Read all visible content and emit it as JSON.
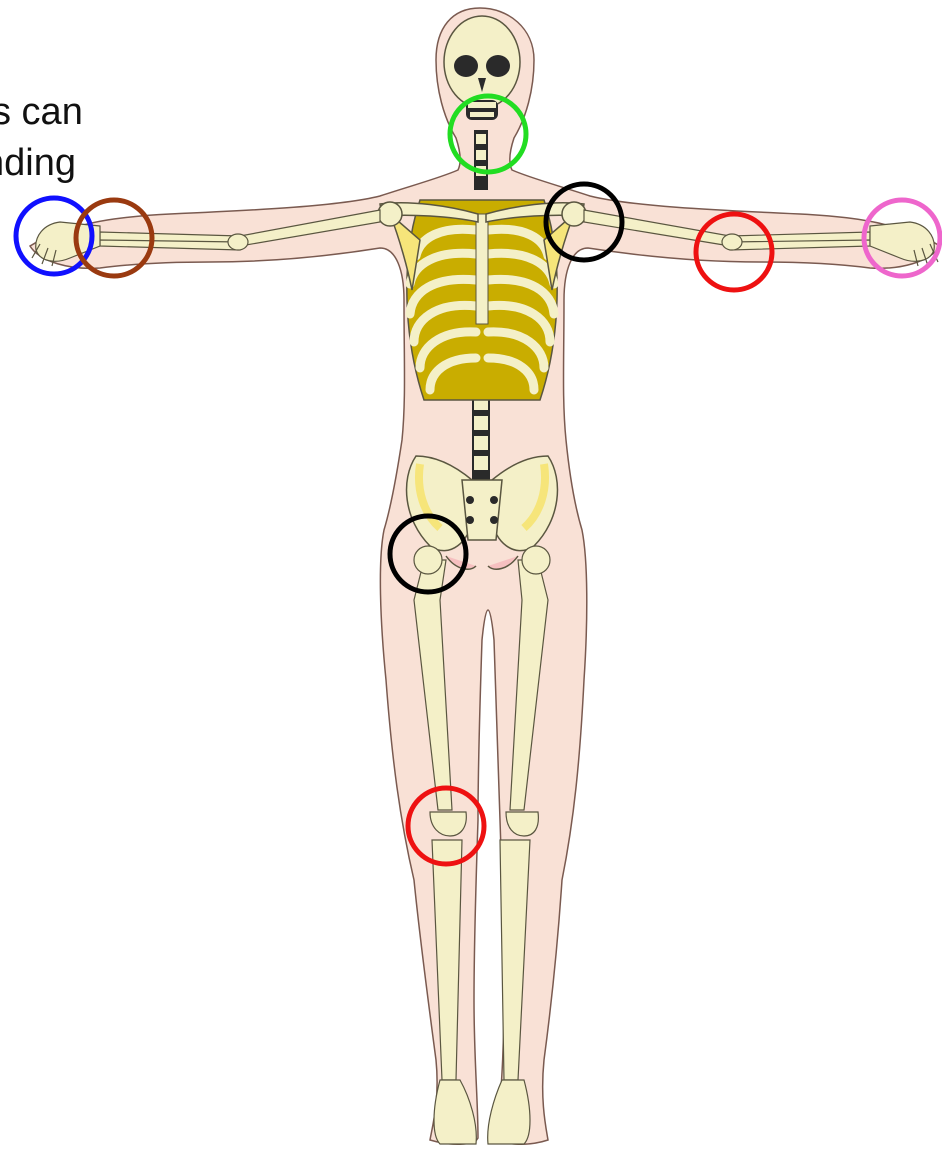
{
  "caption": {
    "line1": "s can",
    "line2": "nding"
  },
  "colors": {
    "skin": "#f9e1d6",
    "skin_outline": "#7a5a50",
    "bone": "#f4f0c8",
    "bone_outline": "#5a5640",
    "cartilage_yellow": "#c9ad00",
    "pelvis_highlight": "#f6e57a",
    "dark": "#2a2a2a"
  },
  "markers": [
    {
      "id": "left-hand",
      "color": "#1010ff"
    },
    {
      "id": "left-wrist",
      "color": "#9a3a10"
    },
    {
      "id": "neck",
      "color": "#22dd22"
    },
    {
      "id": "right-shoulder",
      "color": "#000000"
    },
    {
      "id": "right-elbow",
      "color": "#ee1111"
    },
    {
      "id": "right-hand",
      "color": "#ee66cc"
    },
    {
      "id": "right-hip",
      "color": "#000000"
    },
    {
      "id": "right-knee",
      "color": "#ee1111"
    }
  ]
}
